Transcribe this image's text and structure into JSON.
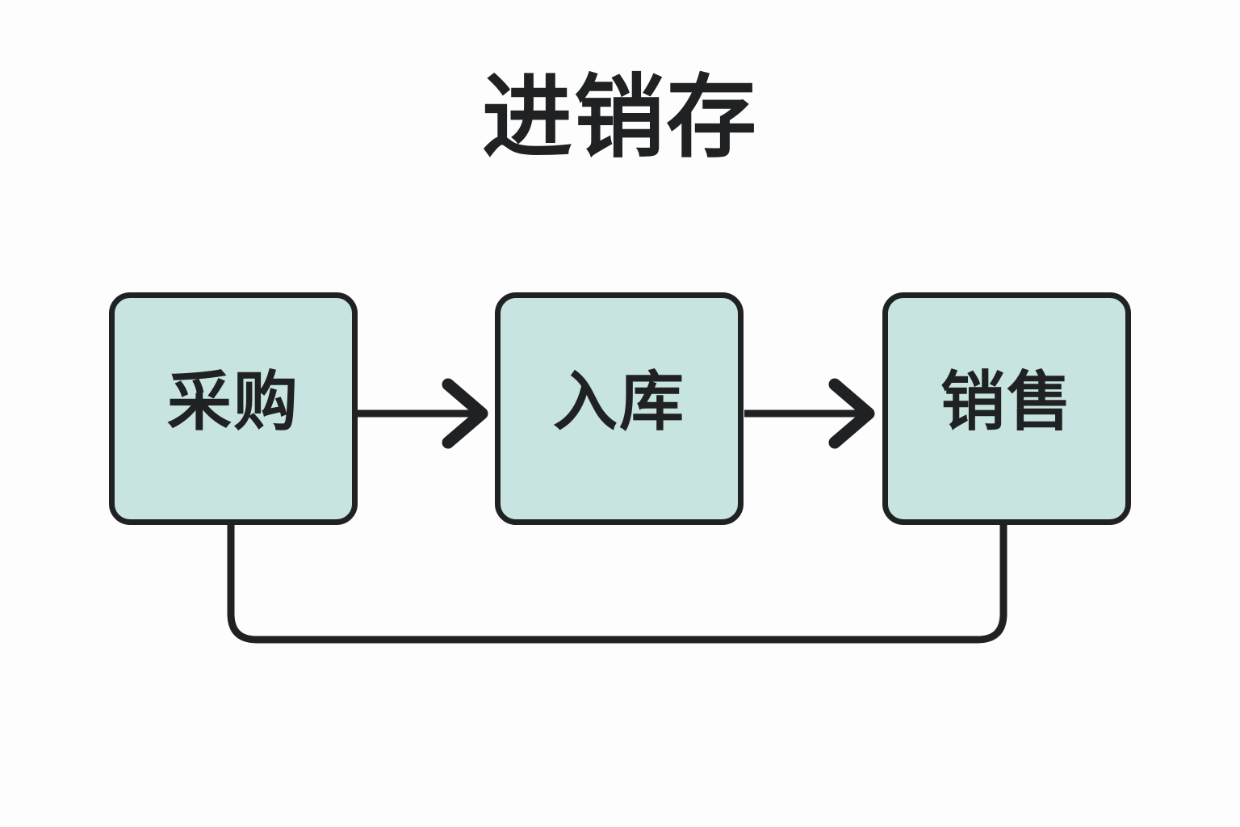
{
  "diagram": {
    "title": "进销存",
    "background_color": "#fdfdfd",
    "node_fill_color": "#c7e4e1",
    "stroke_color": "#1f2123",
    "nodes": [
      {
        "id": "purchase",
        "label": "采购",
        "order": 1
      },
      {
        "id": "stockin",
        "label": "入库",
        "order": 2
      },
      {
        "id": "sales",
        "label": "销售",
        "order": 3
      }
    ],
    "connectors": [
      {
        "id": "purchase-to-stockin",
        "from": "purchase",
        "to": "stockin",
        "style": "straight-arrow",
        "arrowhead": "chevron",
        "label": ""
      },
      {
        "id": "stockin-to-sales",
        "from": "stockin",
        "to": "sales",
        "style": "straight-arrow",
        "arrowhead": "chevron",
        "label": ""
      },
      {
        "id": "sales-to-purchase-loop",
        "from": "sales",
        "to": "purchase",
        "style": "rounded-feedback-loop",
        "arrowhead": "none",
        "label": ""
      }
    ]
  }
}
